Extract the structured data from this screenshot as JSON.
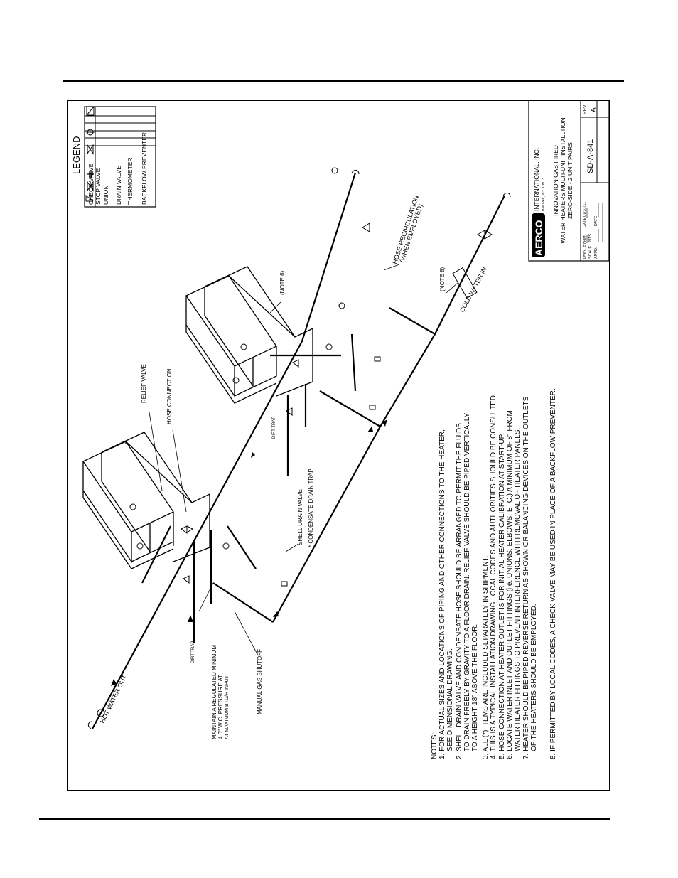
{
  "legend": {
    "title": "LEGEND",
    "items": [
      {
        "symbol": "check-valve-symbol",
        "label": "CHECK VALVE"
      },
      {
        "symbol": "stop-valve-symbol",
        "label": "STOP VALVE"
      },
      {
        "symbol": "union-symbol",
        "label": "UNION"
      },
      {
        "symbol": "drain-valve-symbol",
        "label": "DRAIN VALVE"
      },
      {
        "symbol": "thermometer-symbol",
        "label": "THERMOMETER"
      },
      {
        "symbol": "backflow-preventer-symbol",
        "label": "BACKFLOW PREVENTER"
      }
    ]
  },
  "title_block": {
    "company": "INTERNATIONAL, INC.",
    "address": "Blauvelt, NY 10913",
    "title_lines": [
      "INNOVATION GAS FIRED",
      "WATER HEATERS MULTI-UNIT INSTALLTION",
      "ZERO-SIDE - 2 UNIT PAIRS"
    ],
    "dwn_by_label": "DWN. BY",
    "dwn_by": "HM",
    "date_label": "DATE",
    "date": "07/31/11",
    "scale_label": "SCALE",
    "scale": "NTS",
    "appd_label": "APPD.",
    "appd_date_label": "DATE",
    "drawing_no": "SD-A-841",
    "rev_label": "REV",
    "rev": "A"
  },
  "labels": {
    "hot_water_out": "HOT WATER OUT",
    "cold_water_in": "COLD WATER IN",
    "hose_recirculation": "HOSE RECIRCULATION",
    "when_employed": "(WHEN EMPLOYED)",
    "note6": "(NOTE 6)",
    "note8": "(NOTE 8)",
    "relief_valve": "RELIEF VALVE",
    "hose_connection": "HOSE CONNECTION",
    "dirt_trap_1": "DIRT TRAP",
    "dirt_trap_2": "DIRT TRAP",
    "shell_drain_valve": "SHELL DRAIN VALVE",
    "condensate_drain_trap": "* CONDENSATE DRAIN TRAP",
    "gas_pressure_lines": [
      "MAINTAIN A REGULATED MINIMUM",
      "4.0\" W.C. PRESSURE AT",
      "AT MAXIMUM BTU/H INPUT"
    ],
    "manual_gas_shutoff": "MANUAL GAS SHUTOFF"
  },
  "notes": {
    "title": "NOTES:",
    "lines": [
      "1. FOR ACTUAL SIZES AND LOCATIONS OF PIPING AND OTHER CONNECTIONS TO THE HEATER,",
      "    SEE DIMENSIONAL DRAWING.",
      "2. SHELL DRAIN VALVE AND CONDENSATE HOSE SHOULD BE ARRANGED  TO PERMIT THE FLUIDS",
      "    TO DRAIN FREELY BY GRAVITY TO A FLOOR DRAIN. RELIEF VALVE SHOULD BE PIPED VERTICALLY",
      "    TO A HEIGHT 18\" ABOVE THE FLOOR.",
      "3. ALL (*) ITEMS ARE INCLUDED SEPARATELY IN SHIPMENT.",
      "4. THIS IS A TYPICAL INSTALLATION DRAWING LOCAL CODES AND AUTHORITIES SHOULD BE CONSULTED.",
      "5. HOSE CONNECTION AT HEATER OUTLET IS FOR INITIAL HEATER CALIBRATION AT START-UP.",
      "6. LOCATE WATER INLET AND OUTLET FITTINGS (i.e. UNIONS, ELBOWS, ETC.) A MINIMUM OF 8\" FROM",
      "    WATER HEATER FITTINGS TO PREVENT INTERFERENCE WITH REMOVAL OF HEATER PANELS.",
      "7. HEATER SHOULD BE PIPED REVERSE RETURN AS SHOWN OR BALANCING DEVICES ON THE OUTLETS",
      "    OF THE HEATERS SHOULD BE EMPLOYED.",
      "8. IF PERMITTED BY LOCAL CODES, A CHECK VALVE MAY BE USED IN PLACE OF A BACKFLOW PREVENTER."
    ]
  }
}
